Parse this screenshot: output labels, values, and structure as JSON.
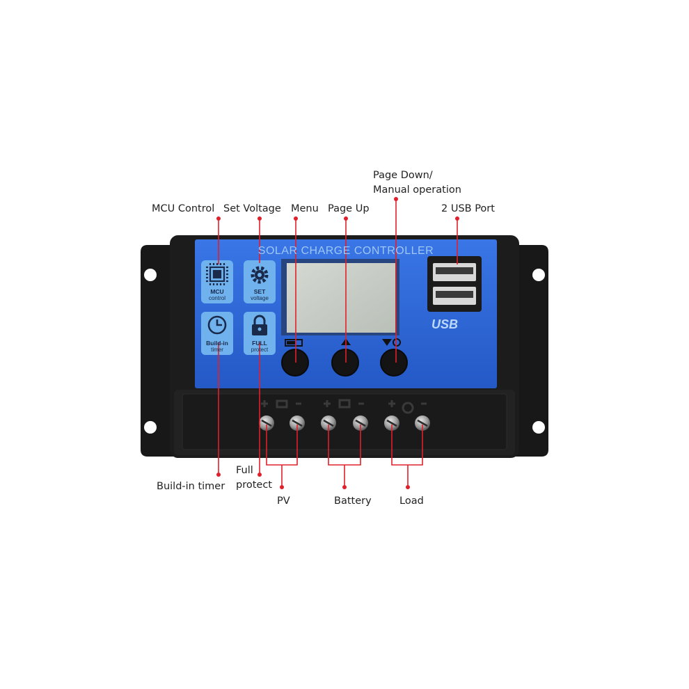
{
  "device": {
    "title": "SOLAR CHARGE CONTROLLER",
    "usb_logo": "USB",
    "icons": [
      {
        "name": "mcu-control",
        "line1": "MCU",
        "line2": "control"
      },
      {
        "name": "set-voltage",
        "line1": "SET",
        "line2": "voltage"
      },
      {
        "name": "build-in-timer",
        "line1": "Build-in",
        "line2": "timer"
      },
      {
        "name": "full-protect",
        "line1": "FULL",
        "line2": "protect"
      }
    ]
  },
  "callouts": {
    "mcu_control": "MCU Control",
    "set_voltage": "Set Voltage",
    "menu": "Menu",
    "page_up": "Page Up",
    "page_down_line1": "Page Down/",
    "page_down_line2": "Manual operation",
    "usb_port": "2 USB Port",
    "build_in_timer": "Build-in timer",
    "full_protect_line1": "Full",
    "full_protect_line2": "protect",
    "pv": "PV",
    "battery": "Battery",
    "load": "Load"
  },
  "colors": {
    "panel_blue": "#2f66d6",
    "icon_tile": "#6fb2ee",
    "lcd": "#c9cfc8",
    "callout_line": "#e0202a",
    "housing": "#1a1a1a"
  }
}
